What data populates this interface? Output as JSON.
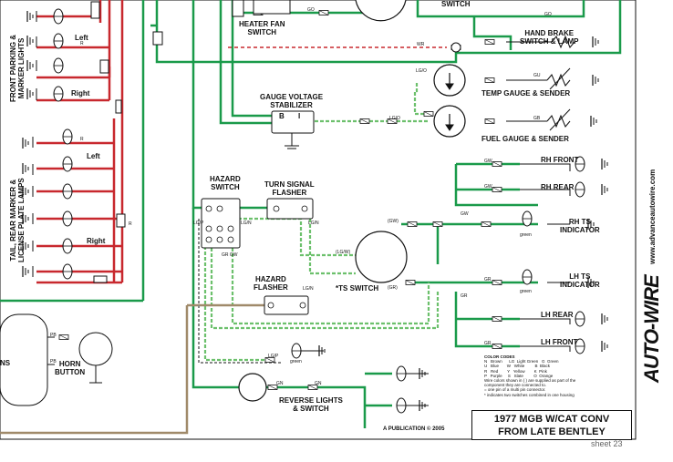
{
  "components": {
    "heater_fan_switch": "HEATER FAN\nSWITCH",
    "switch_top": "SWITCH",
    "hand_brake": "HAND BRAKE\nSWITCH & LAMP",
    "gauge_stabilizer": "GAUGE VOLTAGE\nSTABILIZER",
    "temp_gauge": "TEMP GAUGE & SENDER",
    "fuel_gauge": "FUEL GAUGE & SENDER",
    "hazard_switch": "HAZARD\nSWITCH",
    "turn_flasher": "TURN SIGNAL\nFLASHER",
    "hazard_flasher": "HAZARD\nFLASHER",
    "ts_switch": "TS SWITCH",
    "rh_front": "RH FRONT",
    "rh_rear": "RH REAR",
    "rh_ts_indicator": "RH TS\nINDICATOR",
    "lh_ts_indicator": "LH TS\nINDICATOR",
    "lh_rear": "LH REAR",
    "lh_front": "LH FRONT",
    "horn_button": "HORN\nBUTTON",
    "reverse_lights": "REVERSE LIGHTS\n& SWITCH",
    "front_parking": "FRONT PARKING &\nMARKER LIGHTS",
    "tail_rear": "TAIL, REAR MARKER &\nLICENSE PLATE LAMPS",
    "left_1": "Left",
    "right_1": "Right",
    "left_2": "Left",
    "right_2": "Right",
    "ns_partial": "NS"
  },
  "wire_labels": {
    "go": "GO",
    "wr": "WR",
    "g": "G",
    "gu": "GU",
    "gb": "GB",
    "lgo": "LG/O",
    "gw": "GW",
    "gr": "GR",
    "gn": "GN",
    "lgn": "LG/N",
    "lgp": "LG/P",
    "grgw": "GR  GW",
    "lgw": "(LG/W)",
    "ggw": "(GW)",
    "ggr": "(GR)",
    "lgw2": "LG/W",
    "w": "W",
    "r": "R",
    "pb": "PB",
    "green": "green",
    "b": "B",
    "i": "I"
  },
  "legend": {
    "heading": "COLOR CODES",
    "rows": [
      "N   Brown      LG  Light Green   G  Green",
      "U   Blue       W   White         B  Black",
      "R   Red        Y   Yellow        K  Pink",
      "P   Purple     S   Slate         O  Orange",
      "Wire colors shown in ( ) are supplied as part of the",
      "component they are connected to.",
      "= one pin of a multi pin connector.",
      "* indicates two switches combined in one housing"
    ]
  },
  "title": {
    "line1": "1977 MGB W/CAT CONV",
    "line2": "FROM LATE BENTLEY"
  },
  "publication": "A   PUBLICATION  © 2005",
  "sheet": "sheet 23",
  "brand": "AUTO-WIRE",
  "url": "www.advanceautowire.com",
  "colors": {
    "red": "#c8282e",
    "green": "#1a9a4a",
    "light_green": "#8fd08f",
    "gray": "#8a8a8a",
    "brown": "#a08a6a",
    "black": "#111111"
  }
}
